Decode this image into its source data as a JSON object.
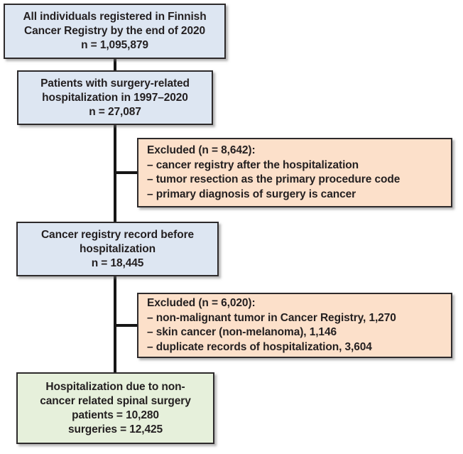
{
  "flowchart": {
    "colors": {
      "population_fill": "#dde6f2",
      "excluded_fill": "#fce0ca",
      "result_fill": "#e6f0db",
      "border": "#2d2a2b",
      "connector": "#161616",
      "text": "#231f20"
    },
    "boxes": {
      "source": {
        "lines": [
          "All individuals registered in Finnish",
          "Cancer Registry by the end of 2020",
          "n = 1,095,879"
        ]
      },
      "surgery": {
        "lines": [
          "Patients with surgery-related",
          "hospitalization in 1997–2020",
          "n = 27,087"
        ]
      },
      "excluded1": {
        "title": "Excluded (n = 8,642):",
        "items": [
          "– cancer registry after the hospitalization",
          "– tumor resection as the primary procedure code",
          "– primary diagnosis of surgery is cancer"
        ]
      },
      "registry": {
        "lines": [
          "Cancer registry record before",
          "hospitalization",
          "n = 18,445"
        ]
      },
      "excluded2": {
        "title": "Excluded (n = 6,020):",
        "items": [
          "– non-malignant tumor in Cancer Registry, 1,270",
          "– skin cancer (non-melanoma), 1,146",
          "– duplicate records of hospitalization, 3,604"
        ]
      },
      "final": {
        "lines": [
          "Hospitalization due to non-",
          "cancer related spinal surgery",
          "patients = 10,280",
          "surgeries = 12,425"
        ]
      }
    }
  }
}
